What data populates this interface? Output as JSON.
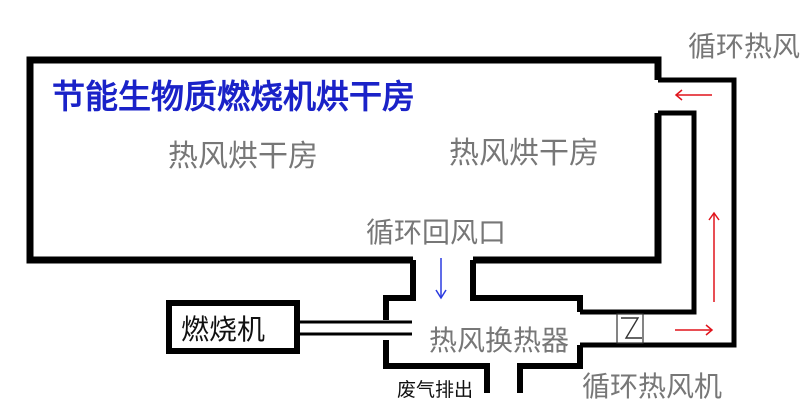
{
  "title": "节能生物质燃烧机烘干房",
  "rooms": [
    "热风烘干房",
    "热风烘干房"
  ],
  "return_air_inlet": "循环回风口",
  "circulating_hot_air": "循环热风",
  "burner": "燃烧机",
  "heat_exchanger": "热风换热器",
  "exhaust": "废气排出",
  "circulating_fan": "循环热风机",
  "colors": {
    "title": "#1a22c8",
    "arrow_red": "#e0141c",
    "arrow_blue": "#2a3ae0",
    "line": "#000000"
  }
}
